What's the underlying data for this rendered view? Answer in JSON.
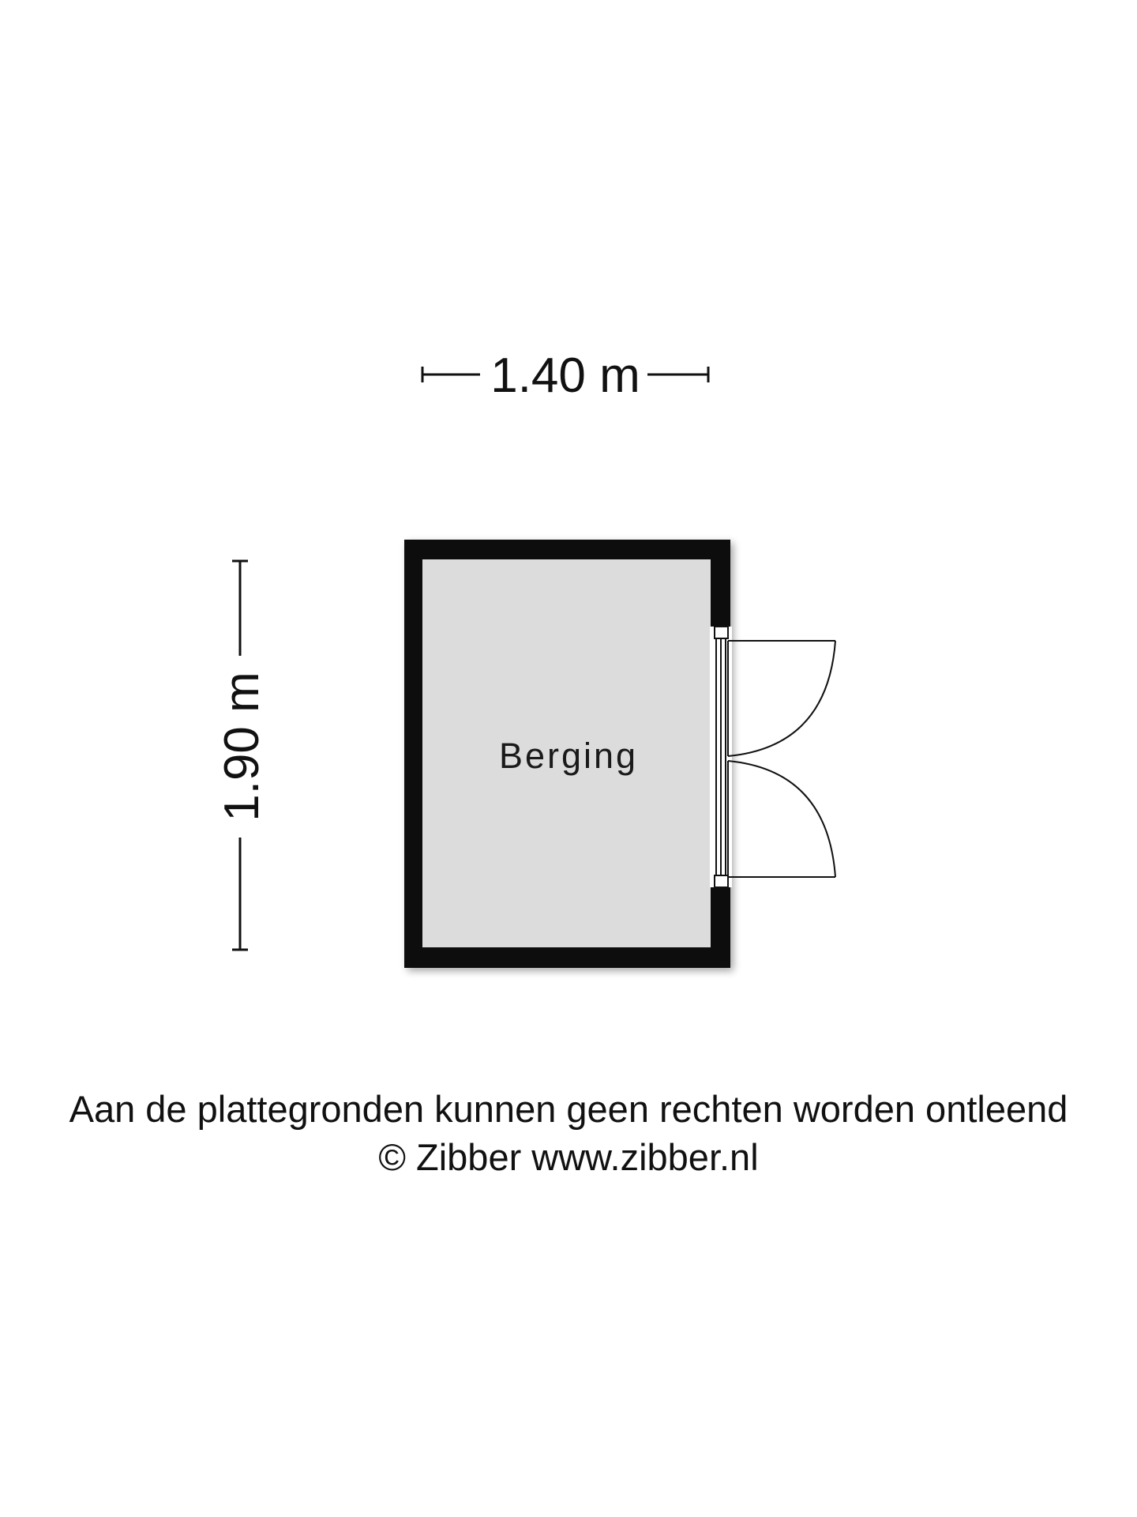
{
  "dimensions": {
    "width_label": "1.40 m",
    "height_label": "1.90 m"
  },
  "room": {
    "name": "Berging"
  },
  "footer": {
    "disclaimer": "Aan de plattegronden kunnen geen rechten worden ontleend",
    "copyright": "© Zibber www.zibber.nl"
  },
  "colors": {
    "wall": "#111111",
    "floor": "#dcdcdc",
    "line": "#111111",
    "background": "#ffffff"
  }
}
